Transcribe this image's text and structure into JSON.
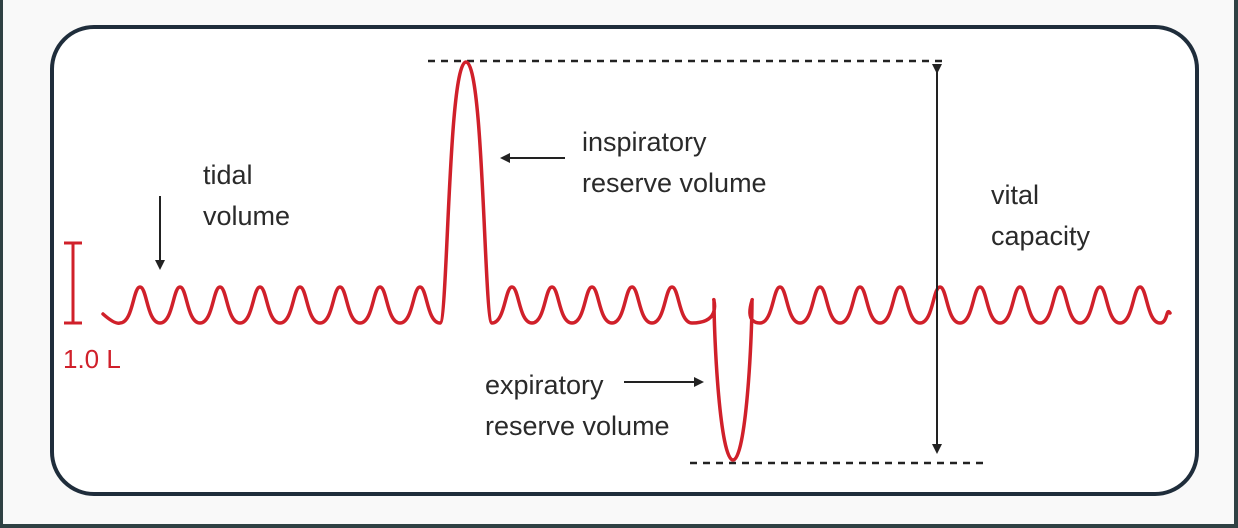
{
  "diagram": {
    "labels": {
      "tidal_line1": "tidal",
      "tidal_line2": "volume",
      "irv_line1": "inspiratory",
      "irv_line2": "reserve volume",
      "erv_line1": "expiratory",
      "erv_line2": "reserve volume",
      "vc_line1": "vital",
      "vc_line2": "capacity",
      "scale": "1.0 L"
    },
    "colors": {
      "trace": "#d0202a",
      "frame_border": "#1f2d3b",
      "text": "#2a2a2a",
      "outer_border": "#2f4143"
    }
  }
}
